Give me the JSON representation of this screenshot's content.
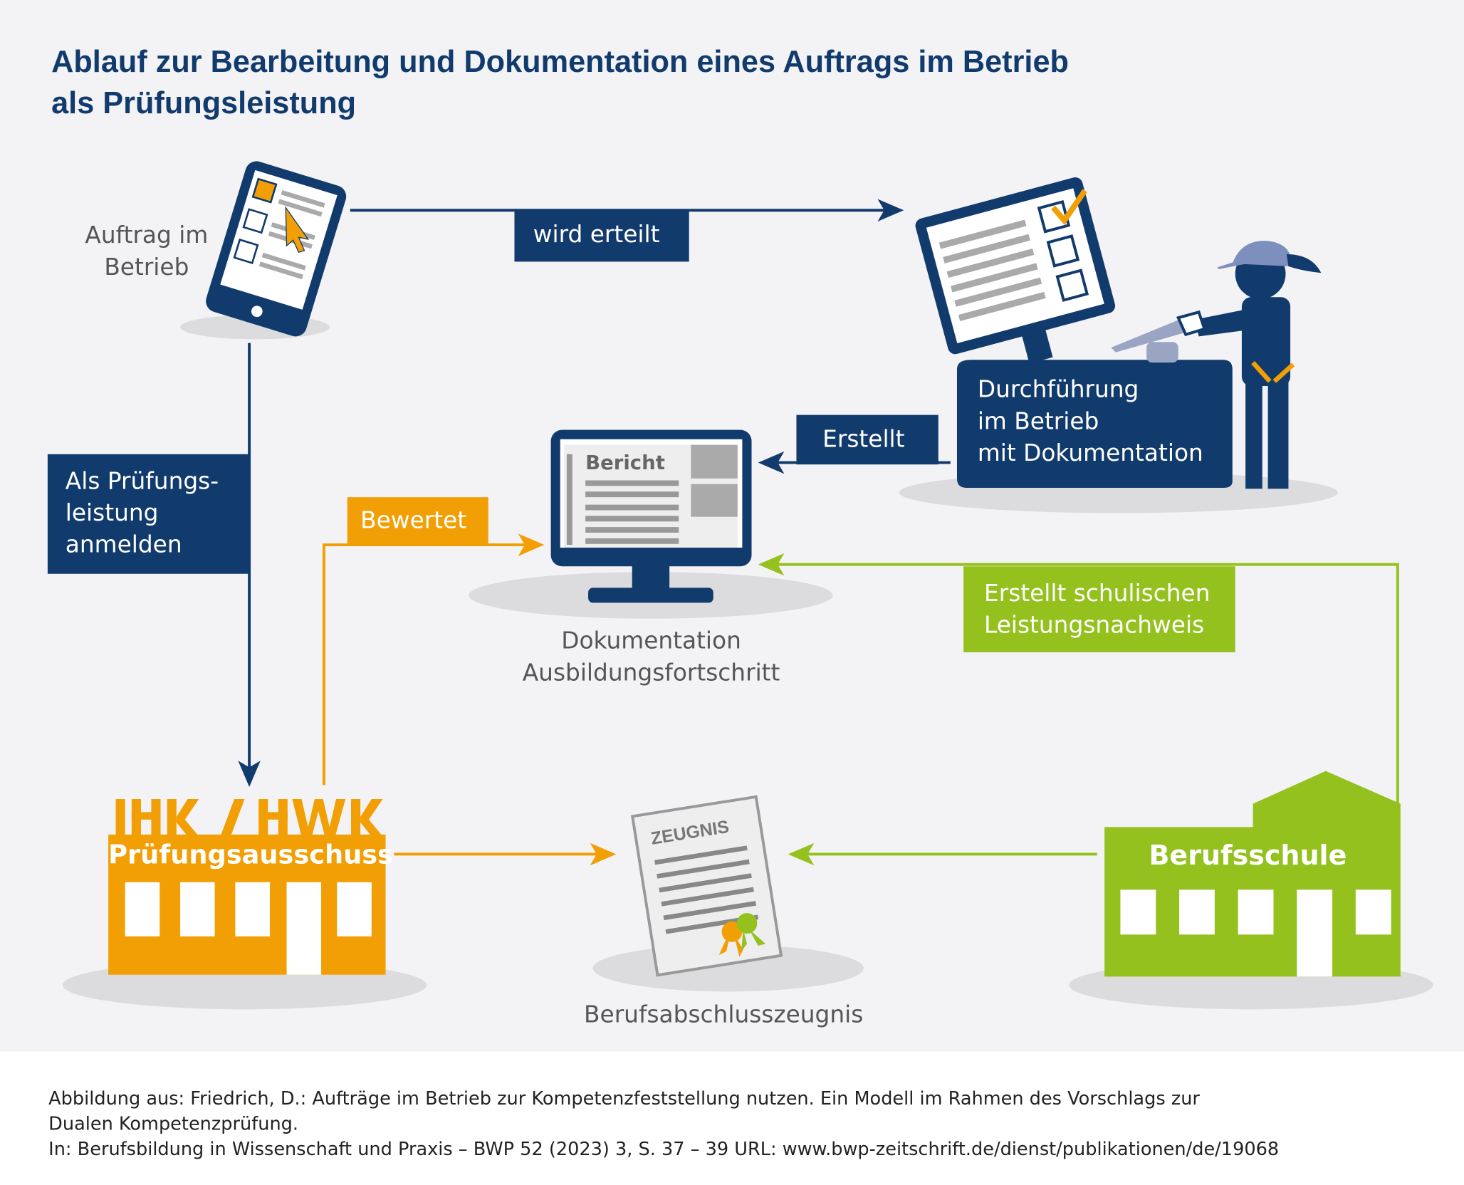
{
  "title": "Ablauf zur Bearbeitung und Dokumentation eines Auftrags im Betrieb\nals Prüfungsleistung",
  "nodes": {
    "auftrag": "Auftrag im\nBetrieb",
    "durchfuehrung": "Durchführung\nim Betrieb\nmit Dokumentation",
    "bericht_title": "Bericht",
    "dokumentation": "Dokumentation\nAusbildungsfortschritt",
    "ihk_logo": "IHK / HWK",
    "pruefungsausschuss": "Prüfungsausschuss",
    "zeugnis_title": "ZEUGNIS",
    "berufsabschlusszeugnis": "Berufsabschlusszeugnis",
    "berufsschule": "Berufsschule"
  },
  "edges": {
    "wird_erteilt": "wird erteilt",
    "erstellt": "Erstellt",
    "anmelden": "Als Prüfungs-\nleistung\nanmelden",
    "bewertet": "Bewertet",
    "schulisch": "Erstellt schulischen\nLeistungsnachweis"
  },
  "colors": {
    "navy": "#123b6d",
    "orange": "#f29f05",
    "green": "#95c11f",
    "gray": "#dcdcde"
  },
  "footer": "Abbildung aus: Friedrich, D.: Aufträge im Betrieb zur Kompetenzfeststellung nutzen. Ein Modell im Rahmen des Vorschlags zur\nDualen Kompetenzprüfung.\nIn: Berufsbildung in Wissenschaft und Praxis – BWP 52 (2023) 3, S. 37 – 39 URL: www.bwp-zeitschrift.de/dienst/publikationen/de/19068"
}
